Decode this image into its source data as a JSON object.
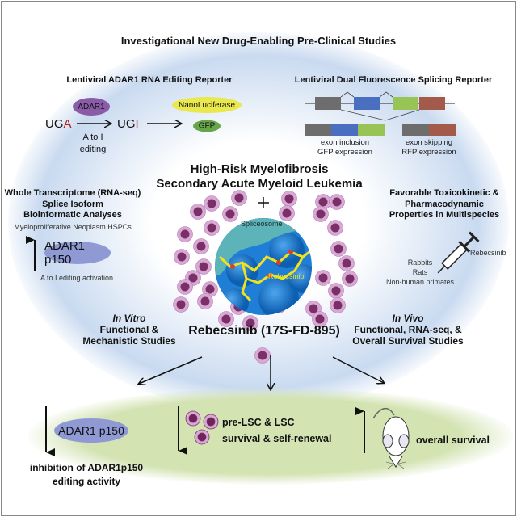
{
  "title": "Investigational New Drug-Enabling Pre-Clinical Studies",
  "editing_reporter": {
    "heading": "Lentiviral ADAR1 RNA Editing Reporter",
    "codon_before_prefix": "UG",
    "codon_before_suffix": "A",
    "codon_after_prefix": "UG",
    "codon_after_suffix": "I",
    "enzyme": "ADAR1",
    "edit_line1": "A to I",
    "edit_line2": "editing",
    "reporter1": "NanoLuciferase",
    "reporter2": "GFP"
  },
  "splicing_reporter": {
    "heading": "Lentiviral Dual Fluorescence Splicing Reporter",
    "inclusion_line1": "exon inclusion",
    "inclusion_line2": "GFP expression",
    "skipping_line1": "exon skipping",
    "skipping_line2": "RFP expression",
    "exon_colors": [
      "#6d6d6d",
      "#4a6fc0",
      "#98c455",
      "#a45a4a"
    ]
  },
  "disease": {
    "line1": "High-Risk Myelofibrosis",
    "line2": "Secondary Acute Myeloid Leukemia"
  },
  "structure": {
    "label_spliceosome": "Spliceosome",
    "label_drug": "Rebecsinib"
  },
  "drug_name": "Rebecsinib (17S-FD-895)",
  "transcriptome": {
    "line1": "Whole Transcriptome (RNA-seq)",
    "line2": "Splice Isoform",
    "line3": "Bioinformatic Analyses",
    "subtitle": "Myeloproliferative Neoplasm HSPCs",
    "protein": "ADAR1 p150",
    "caption": "A to I editing activation"
  },
  "pk": {
    "line1": "Favorable Toxicokinetic &",
    "line2": "Pharmacodynamic",
    "line3": "Properties in Multispecies",
    "syringe_label": "Rebecsinib",
    "species": [
      "Rabbits",
      "Rats",
      "Non-human primates"
    ]
  },
  "in_vitro": {
    "italic": "In Vitro",
    "line1": "Functional &",
    "line2": "Mechanistic Studies"
  },
  "in_vivo": {
    "italic": "In Vivo",
    "line1": "Functional, RNA-seq, &",
    "line2": "Overall Survival Studies"
  },
  "outcomes": {
    "adar": {
      "protein": "ADAR1 p150",
      "line1": "inhibition of ADAR1p150",
      "line2": "editing activity",
      "direction": "down"
    },
    "lsc": {
      "line1": "pre-LSC & LSC",
      "line2": "survival & self-renewal",
      "direction": "down"
    },
    "survival": {
      "label": "overall survival",
      "direction": "up"
    }
  },
  "colors": {
    "adar1_enzyme": "#8a5ca8",
    "adar1_p150": "#8f9ad4",
    "nanoluc": "#e9e84c",
    "gfp": "#67a54a",
    "cell_outer": "#d9a9d6",
    "cell_inner": "#7a3066",
    "protein_surface": "#1f7fd6",
    "spliceosome": "#5cb3b8",
    "molecule": "#f2e21c",
    "glow": "#c9daf0",
    "outcome_band": "#d3e3b2"
  }
}
